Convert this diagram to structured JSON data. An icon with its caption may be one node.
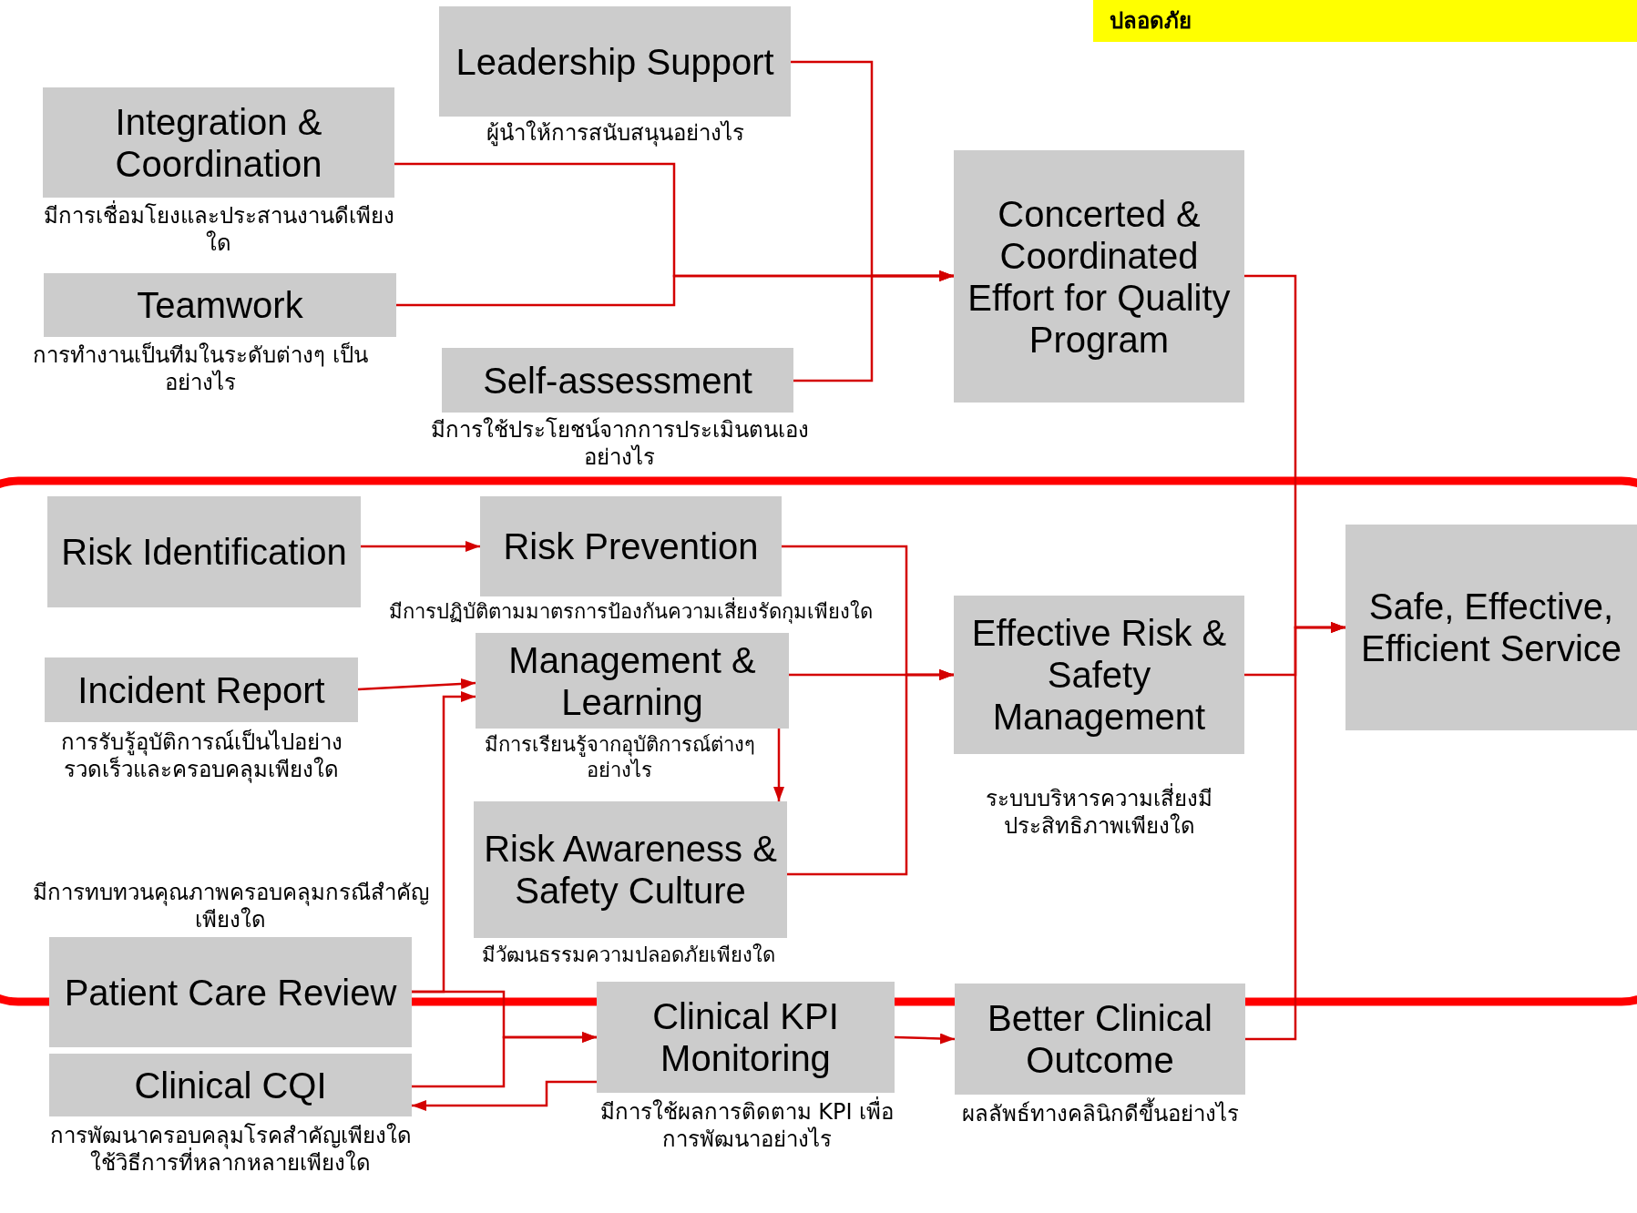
{
  "diagram": {
    "nodes": [
      {
        "text": [
          "ปลอดภัย"
        ]
      },
      {
        "text": [
          "Leadership Support"
        ],
        "beside": [
          "ผู้นำให้การสนับสนุนอย่างไร"
        ]
      },
      {
        "text": [
          "Integration & Coordination"
        ],
        "beside": [
          "มีการเชื่อมโยงและประสานงานดีเพียงใด"
        ]
      },
      {
        "text": [
          "Teamwork"
        ],
        "beside": [
          "การทำงานเป็นทีมในระดับต่างๆ เป็นอย่างไร"
        ]
      },
      {
        "text": [
          "Self-assessment"
        ],
        "beside": [
          "มีการใช้ประโยชน์จากการประเมินตนเองอย่างไร"
        ]
      },
      {
        "text": [
          "Concerted & Coordinated Effort for Quality Program"
        ]
      },
      {
        "text": [
          "Risk Identification"
        ]
      },
      {
        "text": [
          "Risk Prevention"
        ],
        "beside": [
          "มีการปฏิบัติตามมาตรการป้องกันความเสี่ยงรัดกุมเพียงใด"
        ]
      },
      {
        "text": [
          "Incident Report"
        ],
        "beside": [
          "การรับรู้อุบัติการณ์เป็นไปอย่างรวดเร็วและครอบคลุมเพียงใด"
        ]
      },
      {
        "text": [
          "Management & Learning"
        ],
        "beside": [
          "มีการเรียนรู้จากอุบัติการณ์ต่างๆ อย่างไร"
        ]
      },
      {
        "text": [
          "Effective Risk & Safety Management"
        ],
        "beside": [
          "ระบบบริหารความเสี่ยงมีประสิทธิภาพเพียงใด"
        ]
      },
      {
        "text": [
          "Safe, Effective, Efficient Service"
        ]
      },
      {
        "text": [
          "Risk Awareness & Safety Culture"
        ],
        "beside": [
          "มีวัฒนธรรมความปลอดภัยเพียงใด"
        ]
      },
      {
        "text": [
          "Patient Care Review"
        ],
        "beside": [
          "มีการทบทวนคุณภาพครอบคลุมกรณีสำคัญเพียงใด"
        ]
      },
      {
        "text": [
          "Clinical CQI"
        ],
        "beside": [
          "การพัฒนาครอบคลุมโรคสำคัญเพียงใด ใช้วิธีการที่หลากหลายเพียงใด"
        ]
      },
      {
        "text": [
          "Clinical KPI Monitoring"
        ],
        "beside": [
          "มีการใช้ผลการติดตาม KPI เพื่อการพัฒนาอย่างไร"
        ]
      },
      {
        "text": [
          "Better Clinical Outcome"
        ],
        "beside": [
          "ผลลัพธ์ทางคลินิกดีขึ้นอย่างไร"
        ]
      }
    ],
    "edges": [
      {
        "from": 1,
        "to": 5,
        "arrow": "to"
      },
      {
        "from": 2,
        "to": 5,
        "arrow": "to"
      },
      {
        "from": 3,
        "to": 5,
        "arrow": "to"
      },
      {
        "from": 4,
        "to": 5,
        "arrow": "to"
      },
      {
        "from": 6,
        "to": 7,
        "arrow": "to"
      },
      {
        "from": 8,
        "to": 9,
        "arrow": "to"
      },
      {
        "from": 7,
        "to": 10,
        "arrow": "to"
      },
      {
        "from": 9,
        "to": 10,
        "arrow": "to"
      },
      {
        "from": 12,
        "to": 10,
        "arrow": "to"
      },
      {
        "from": 9,
        "to": 12,
        "arrow": "to"
      },
      {
        "from": 5,
        "to": 11,
        "arrow": "to"
      },
      {
        "from": 10,
        "to": 11,
        "arrow": "to"
      },
      {
        "from": 16,
        "to": 11,
        "arrow": "to"
      },
      {
        "from": 13,
        "to": 9,
        "arrow": "to"
      },
      {
        "from": 13,
        "to": 15,
        "arrow": "to"
      },
      {
        "from": 14,
        "to": 15,
        "arrow": "to"
      },
      {
        "from": 15,
        "to": 16,
        "arrow": "to"
      },
      {
        "from": 15,
        "to": 14,
        "arrow": "to"
      }
    ]
  }
}
